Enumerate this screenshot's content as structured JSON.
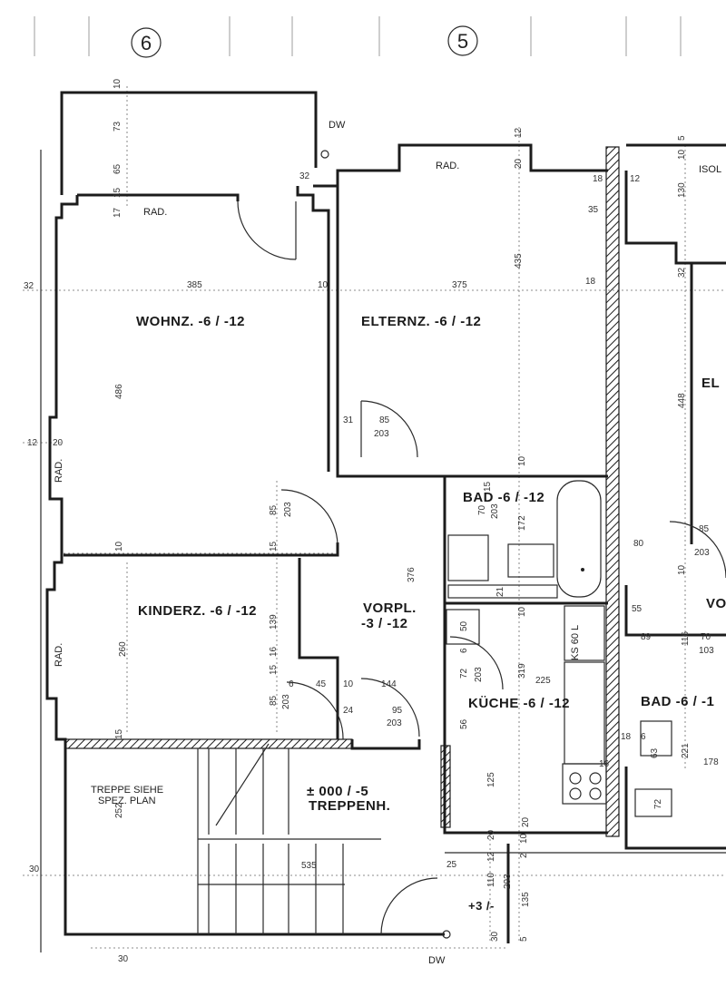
{
  "axes": [
    "6",
    "5"
  ],
  "rooms": {
    "wohnz": "WOHNZ. -6 / -12",
    "elternz": "ELTERNZ. -6 / -12",
    "kinderz": "KINDERZ. -6 / -12",
    "vorpl_1": "VORPL.",
    "vorpl_2": "-3 / -12",
    "bad": "BAD -6 / -12",
    "kueche": "KÜCHE -6 / -12",
    "treppenh_level": "± 000 / -5",
    "treppenh": "TREPPENH.",
    "bad_right": "BAD -6 / -1",
    "el_partial": "EL",
    "vo_partial": "VO",
    "isol_partial": "ISOL"
  },
  "labels": {
    "dw_top": "DW",
    "dw_bottom": "DW",
    "rad_1": "RAD.",
    "rad_2": "RAD.",
    "rad_3": "RAD.",
    "rad_4": "RAD.",
    "treppe_1": "TREPPE SIEHE",
    "treppe_2": "SPEZ. PLAN",
    "ks": "KS 60 L",
    "level_small": "+3 /-"
  },
  "dims": {
    "d10a": "10",
    "d73": "73",
    "d65": "65",
    "d15a": "15",
    "d17": "17",
    "d32a": "32",
    "d12a": "12",
    "d20a": "20",
    "d5a": "5",
    "d10b": "10",
    "d130": "130",
    "d12b": "12",
    "d18a": "18",
    "d35": "35",
    "d435": "435",
    "d32b": "32",
    "d32c": "32",
    "d385": "385",
    "d10c": "10",
    "d375": "375",
    "d18b": "18",
    "d448": "448",
    "d486": "486",
    "d12c": "12",
    "d20b": "20",
    "d31": "31",
    "d85a": "85",
    "d203a": "203",
    "d10d": "10",
    "d15b": "15",
    "d70": "70",
    "d203b": "203",
    "d172": "172",
    "d85b": "85",
    "d203c": "203",
    "d10e": "10",
    "d15c": "15",
    "d376": "376",
    "d80": "80",
    "d85c": "85",
    "d203d": "203",
    "d10f": "10",
    "d21": "21",
    "d10g": "10",
    "d50": "50",
    "d139": "139",
    "d55": "55",
    "d89": "89",
    "d116": "116",
    "d70b": "70",
    "d103": "103",
    "d260": "260",
    "d6a": "6",
    "d72a": "72",
    "d203e": "203",
    "d319": "319",
    "d225": "225",
    "d6b": "6",
    "d45": "45",
    "d10h": "10",
    "d144": "144",
    "d16a": "16",
    "d15d": "15",
    "d85d": "85",
    "d203f": "203",
    "d24": "24",
    "d95": "95",
    "d203g": "203",
    "d56": "56",
    "d18c": "18",
    "d6c": "6",
    "d221": "221",
    "d178": "178",
    "d63": "63",
    "d15e": "15",
    "d16b": "16",
    "d125": "125",
    "d252": "252",
    "d72b": "72",
    "d30a": "30",
    "d535": "535",
    "d20c": "20",
    "d20d": "20",
    "d12d": "12",
    "d2": "2",
    "d10i": "10",
    "d25": "25",
    "d110": "110",
    "d203h": "203",
    "d135": "135",
    "d30b": "30",
    "d5b": "5",
    "d30c": "30"
  }
}
